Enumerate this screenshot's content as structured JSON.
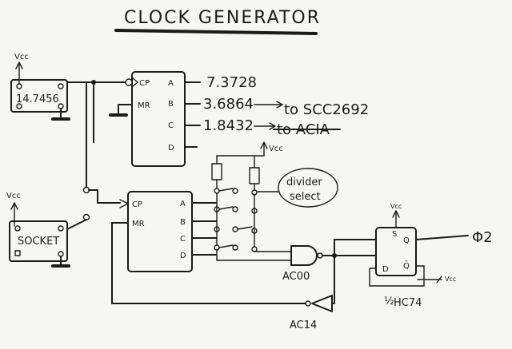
{
  "title": "CLOCK GENERATOR",
  "supply_label": "Vcc",
  "crystal_label": "14.7456",
  "socket_label": "SOCKET",
  "counter1": {
    "inputs": [
      "CP",
      "MR"
    ],
    "outputs": [
      "A",
      "B",
      "C",
      "D"
    ]
  },
  "counter2": {
    "inputs": [
      "CP",
      "MR"
    ],
    "outputs": [
      "A",
      "B",
      "C",
      "D"
    ]
  },
  "freq_a": "7.3728",
  "freq_b": "3.6864",
  "freq_b_dest": "to SCC2692",
  "freq_c": "1.8432",
  "freq_c_dest": "to ACIA",
  "divider_note_line1": "divider",
  "divider_note_line2": "select",
  "gate_and_label": "AC00",
  "gate_inv_label": "AC14",
  "flipflop": {
    "pins": [
      "S",
      "Q",
      "D",
      "Q̄"
    ],
    "part_fraction": "½",
    "part_label": "HC74"
  },
  "output_label": "Φ2"
}
